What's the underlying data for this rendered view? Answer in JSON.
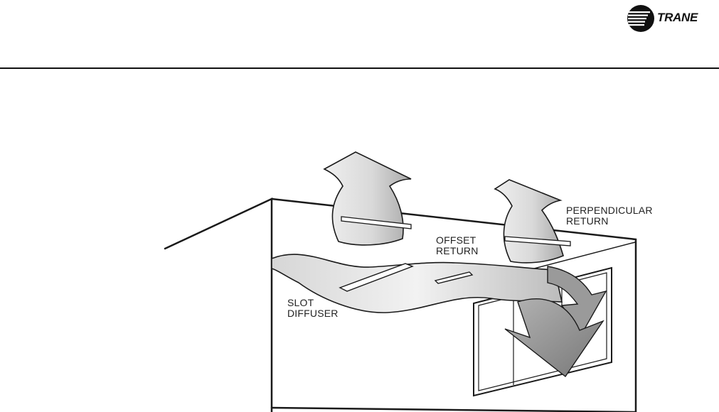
{
  "brand": {
    "name": "TRANE",
    "logo_icon": "trane-globe-logo"
  },
  "diagram": {
    "labels": {
      "perpendicular_return": [
        "PERPENDICULAR",
        "RETURN"
      ],
      "offset_return": [
        "OFFSET",
        "RETURN"
      ],
      "slot_diffuser": [
        "SLOT",
        "DIFFUSER"
      ]
    },
    "colors": {
      "airflow_light": "#e6e6e6",
      "airflow_mid": "#bdbdbd",
      "airflow_dark": "#8c8c8c",
      "line": "#1a1a1a"
    }
  }
}
